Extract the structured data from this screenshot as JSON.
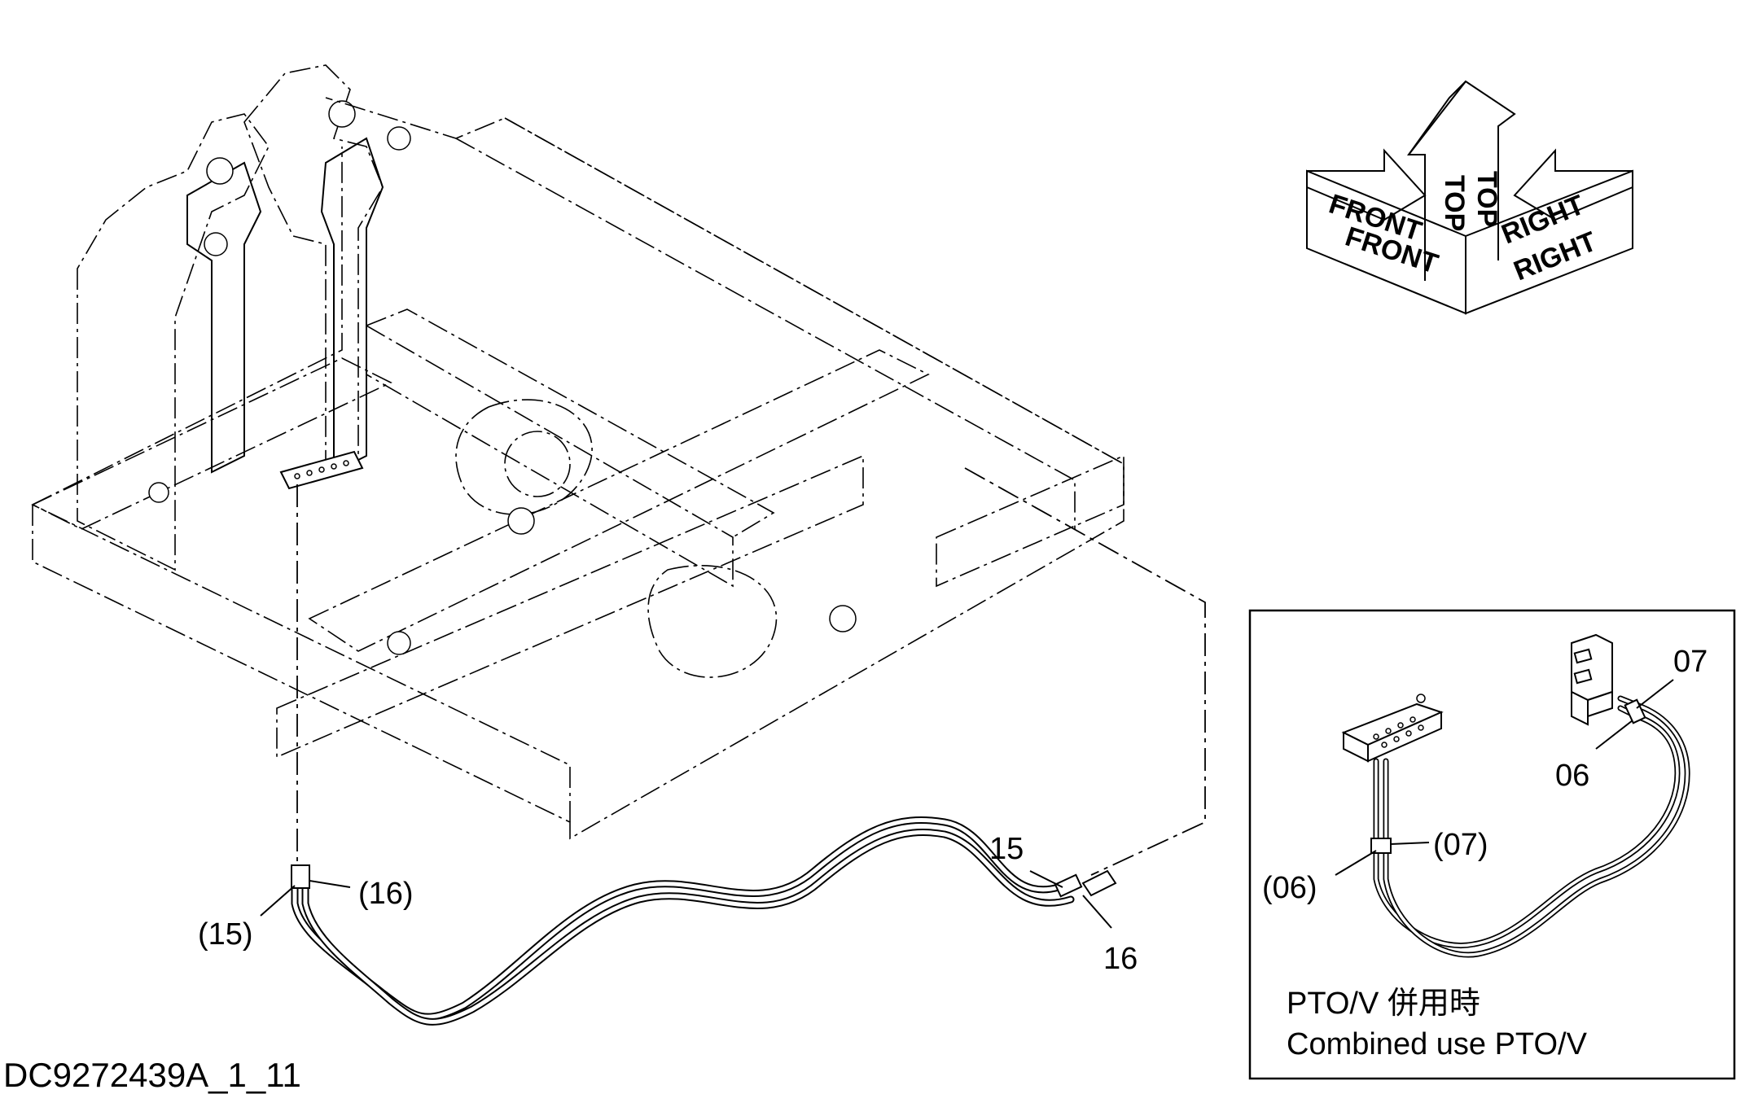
{
  "drawing": {
    "doc_id": "DC9272439A_1_11"
  },
  "orientation": {
    "front_labels": [
      "FRONT",
      "FRONT"
    ],
    "top_labels": [
      "TOP",
      "TOP"
    ],
    "right_labels": [
      "RIGHT",
      "RIGHT"
    ]
  },
  "callouts": {
    "main": {
      "part_15": "15",
      "part_16": "16",
      "ref_15": "(15)",
      "ref_16": "(16)"
    },
    "inset": {
      "part_07": "07",
      "part_06": "06",
      "ref_07": "(07)",
      "ref_06": "(06)"
    }
  },
  "inset": {
    "caption_jp": "PTO/V 併用時",
    "caption_en": "Combined use PTO/V"
  }
}
